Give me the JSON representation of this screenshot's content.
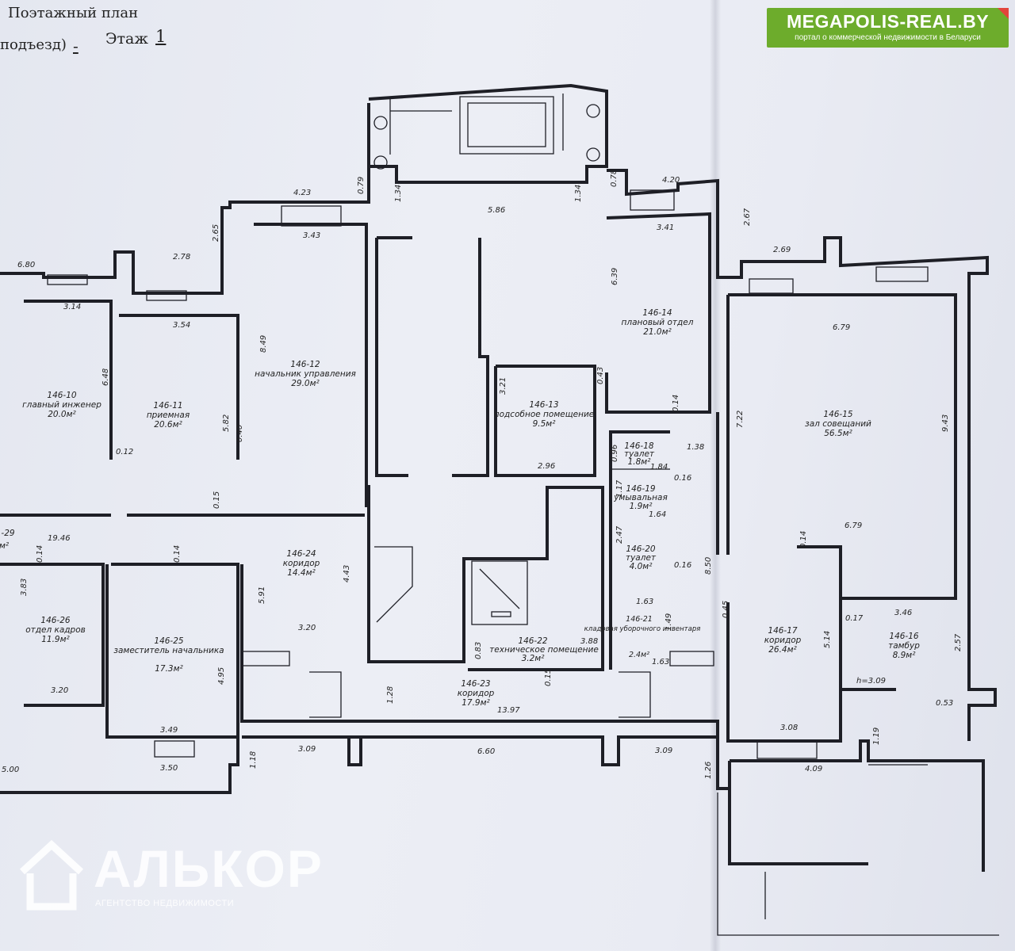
{
  "header": {
    "title": "Поэтажный план",
    "entrance": "подъезд)",
    "entrance_dash": "-",
    "floor_label": "Этаж",
    "floor_number": "1"
  },
  "watermark": {
    "brand_name": "MEGAPOLIS-REAL.BY",
    "brand_tagline": "портал о коммерческой недвижимости в Беларуси",
    "brand_color": "#6dac2c",
    "agency_name": "АЛЬКОР",
    "agency_tagline": "АГЕНТСТВО НЕДВИЖИМОСТИ"
  },
  "rooms": [
    {
      "id": "146-10",
      "name": "главный инженер",
      "area": "20.0м²"
    },
    {
      "id": "146-11",
      "name": "приемная",
      "area": "20.6м²"
    },
    {
      "id": "146-12",
      "name": "начальник управления",
      "area": "29.0м²"
    },
    {
      "id": "146-13",
      "name": "подсобное помещение",
      "area": "9.5м²"
    },
    {
      "id": "146-14",
      "name": "плановый отдел",
      "area": "21.0м²"
    },
    {
      "id": "146-15",
      "name": "зал совещаний",
      "area": "56.5м²"
    },
    {
      "id": "146-16",
      "name": "тамбур",
      "area": "8.9м²"
    },
    {
      "id": "146-17",
      "name": "коридор",
      "area": "26.4м²"
    },
    {
      "id": "146-18",
      "name": "туалет",
      "area": "1.8м²"
    },
    {
      "id": "146-19",
      "name": "умывальная",
      "area": "1.9м²"
    },
    {
      "id": "146-20",
      "name": "туалет",
      "area": "4.0м²"
    },
    {
      "id": "146-21",
      "name": "кладовая уборочного инвентаря",
      "area": "2.4м²"
    },
    {
      "id": "146-22",
      "name": "техническое помещение",
      "area": "3.2м²"
    },
    {
      "id": "146-23",
      "name": "коридор",
      "area": "17.9м²"
    },
    {
      "id": "146-24",
      "name": "коридор",
      "area": "14.4м²"
    },
    {
      "id": "146-25",
      "name": "заместитель начальника",
      "area": "17.3м²"
    },
    {
      "id": "146-26",
      "name": "отдел кадров",
      "area": "11.9м²"
    },
    {
      "id": "-29",
      "name": "",
      "area": "м²"
    }
  ],
  "dimensions": {
    "d_6_80": "6.80",
    "d_3_14": "3.14",
    "d_2_78": "2.78",
    "d_2_65": "2.65",
    "d_4_23": "4.23",
    "d_0_79": "0.79",
    "d_1_34a": "1.34",
    "d_1_34b": "1.34",
    "d_5_86": "5.86",
    "d_0_78": "0.78",
    "d_4_20": "4.20",
    "d_2_67": "2.67",
    "d_2_69": "2.69",
    "d_3_41": "3.41",
    "d_3_43": "3.43",
    "d_3_54": "3.54",
    "d_6_48": "6.48",
    "d_8_49": "8.49",
    "d_6_39": "6.39",
    "d_6_79a": "6.79",
    "d_6_79b": "6.79",
    "d_7_22": "7.22",
    "d_9_43": "9.43",
    "d_0_43": "0.43",
    "d_3_21": "3.21",
    "d_0_14a": "0.14",
    "d_1_38": "1.38",
    "d_5_82": "5.82",
    "d_0_40": "0.40",
    "d_0_12": "0.12",
    "d_0_96": "0.96",
    "d_1_84": "1.84",
    "d_0_16a": "0.16",
    "d_2_96": "2.96",
    "d_0_15a": "0.15",
    "d_1_17": "1.17",
    "d_1_64": "1.64",
    "d_19_46": "19.46",
    "d_0_14b": "0.14",
    "d_0_14c": "0.14",
    "d_2_47": "2.47",
    "d_0_16b": "0.16",
    "d_8_50": "8.50",
    "d_0_14d": "0.14",
    "d_3_83": "3.83",
    "d_4_43": "4.43",
    "d_5_91": "5.91",
    "d_1_63a": "1.63",
    "d_0_45": "0.45",
    "d_0_17": "0.17",
    "d_3_46": "3.46",
    "d_5_14": "5.14",
    "d_2_57": "2.57",
    "d_3_20a": "3.20",
    "d_0_83": "0.83",
    "d_3_88": "3.88",
    "d_1_49": "1.49",
    "d_1_63b": "1.63",
    "d_4_95": "4.95",
    "d_1_28": "1.28",
    "d_0_15b": "0.15",
    "d_3_20b": "3.20",
    "d_13_97": "13.97",
    "h_3_09": "h=3.09",
    "d_0_53": "0.53",
    "d_3_49": "3.49",
    "d_3_08": "3.08",
    "d_1_19": "1.19",
    "d_1_18": "1.18",
    "d_3_09a": "3.09",
    "d_6_60": "6.60",
    "d_3_09b": "3.09",
    "d_3_50": "3.50",
    "d_5_00": "5.00",
    "d_1_26": "1.26",
    "d_4_09": "4.09"
  }
}
